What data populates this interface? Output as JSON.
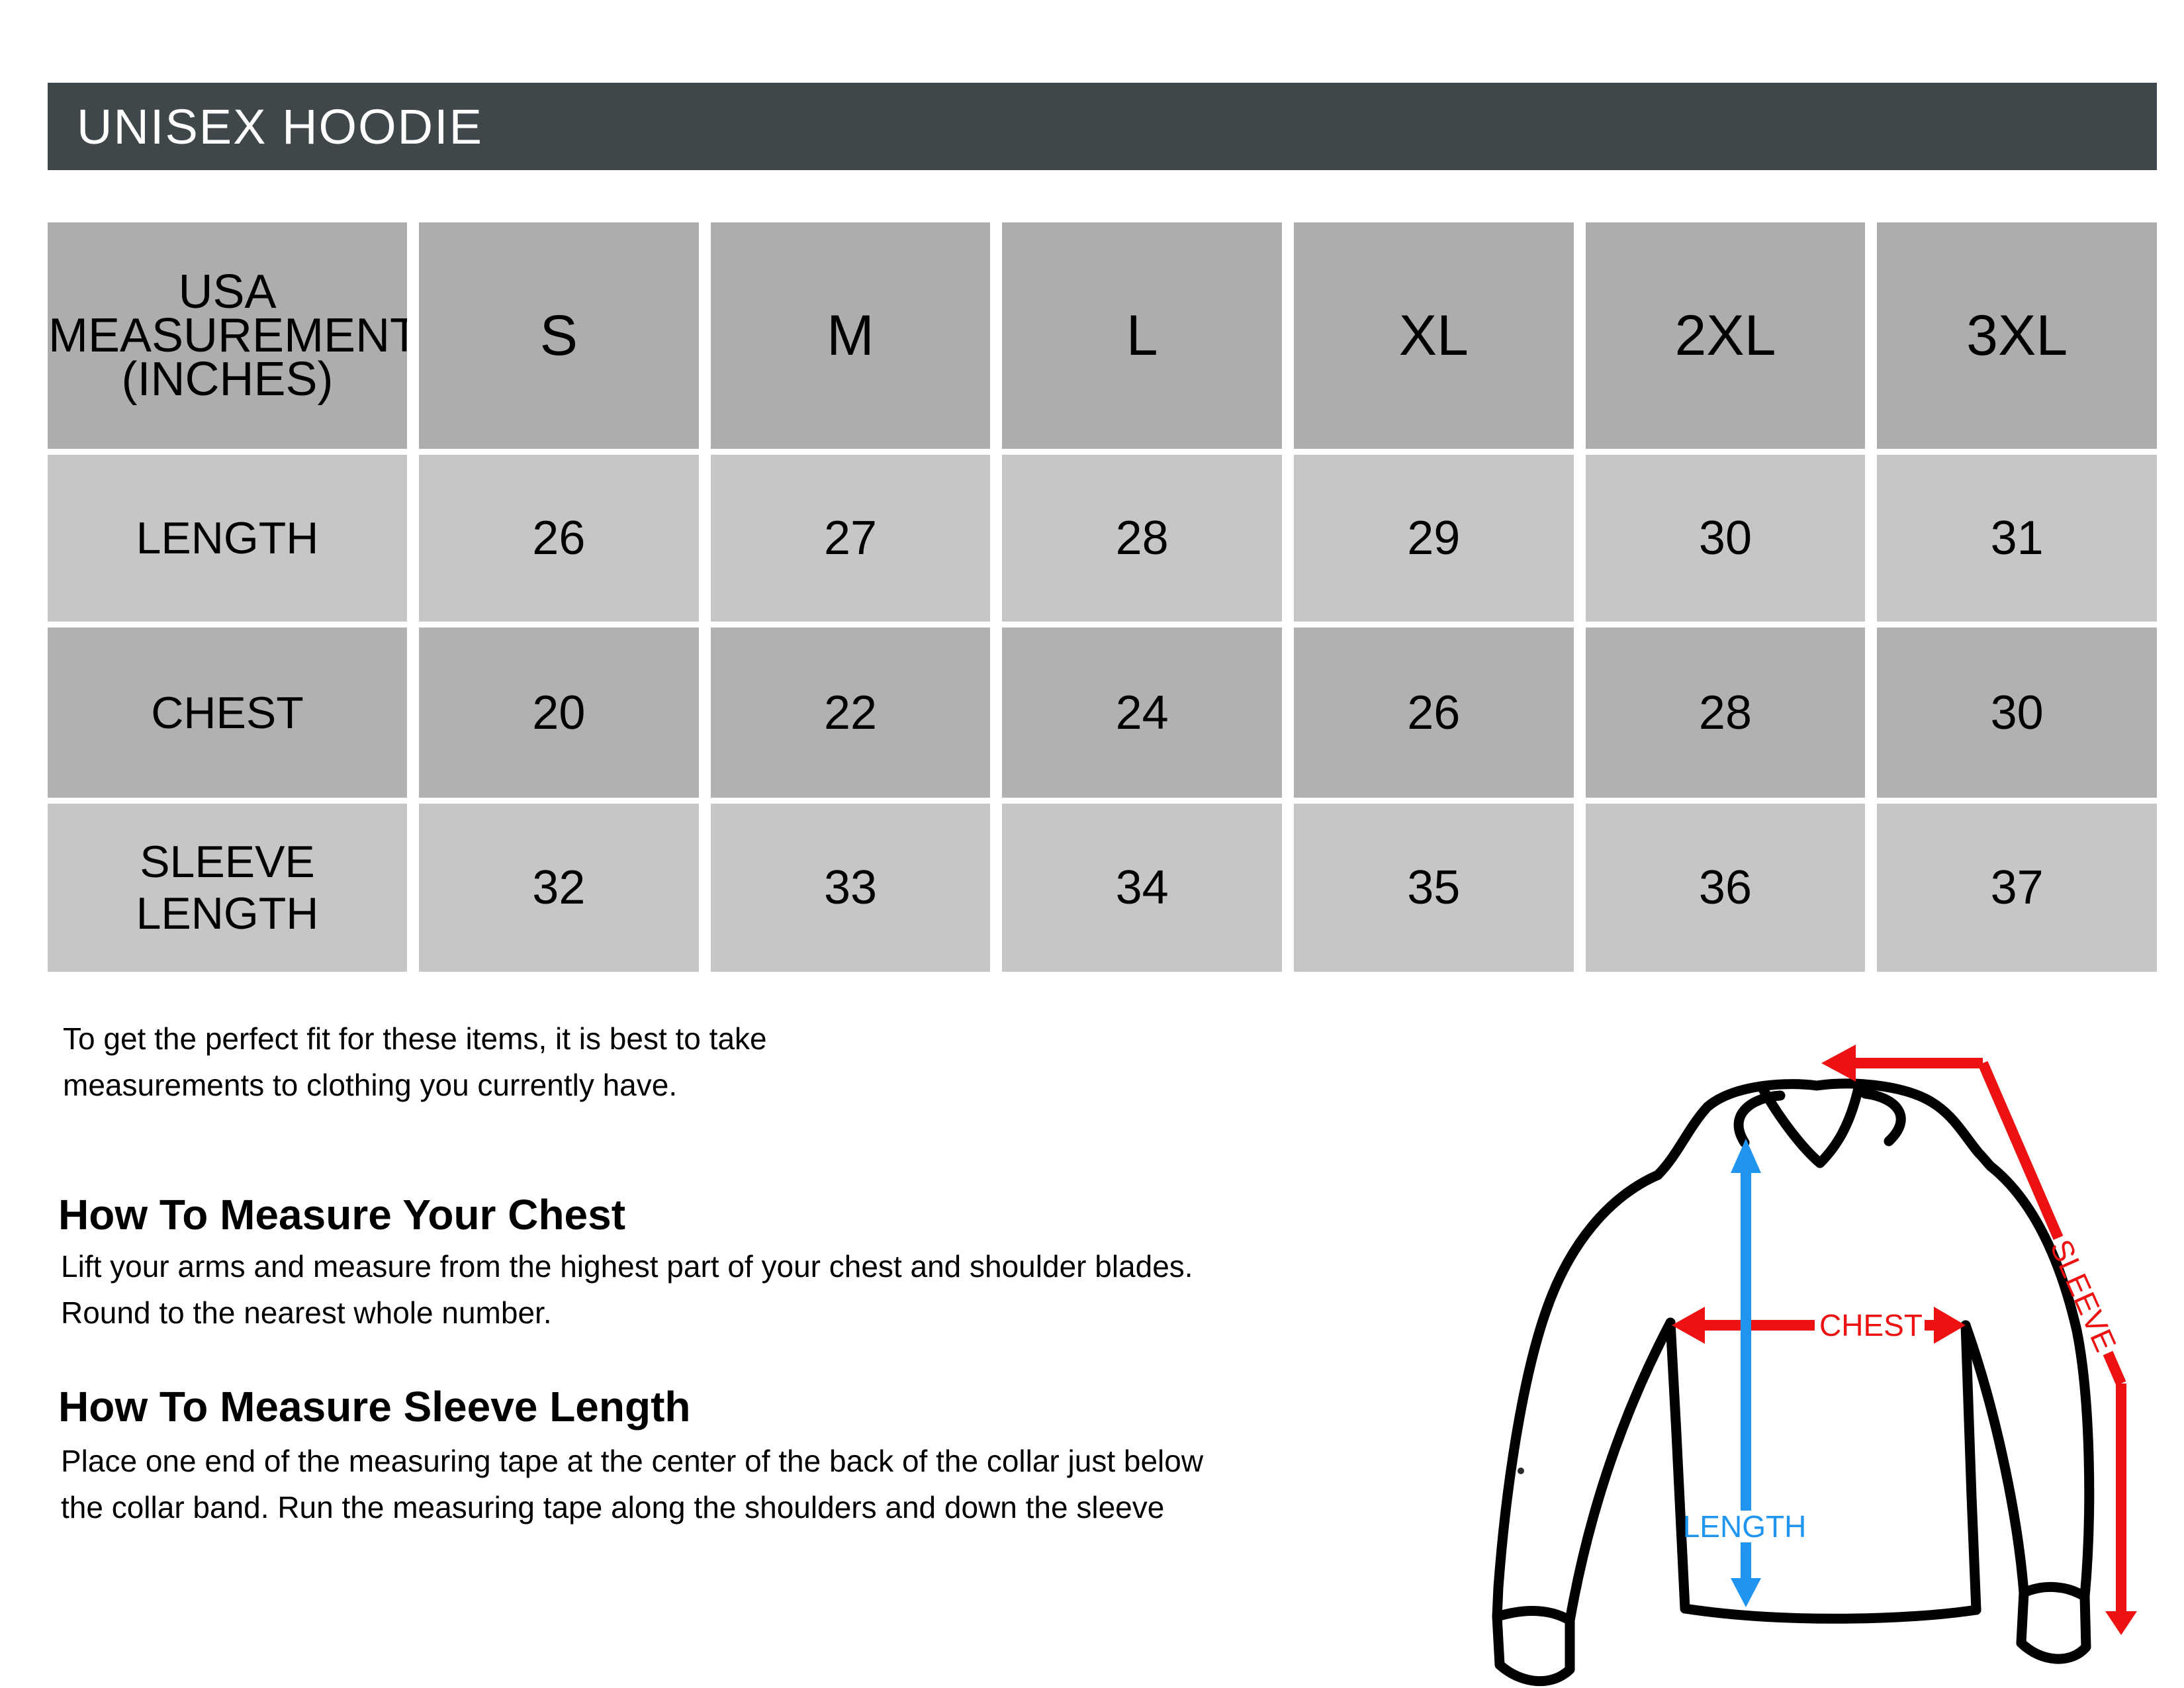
{
  "title": "UNISEX HOODIE",
  "table": {
    "corner_header_lines": [
      "USA",
      "MEASUREMENTS",
      "(INCHES)"
    ],
    "size_headers": [
      "S",
      "M",
      "L",
      "XL",
      "2XL",
      "3XL"
    ],
    "rows": [
      {
        "label": "LENGTH",
        "values": [
          "26",
          "27",
          "28",
          "29",
          "30",
          "31"
        ]
      },
      {
        "label": "CHEST",
        "values": [
          "20",
          "22",
          "24",
          "26",
          "28",
          "30"
        ]
      },
      {
        "label": "SLEEVE LENGTH",
        "values": [
          "32",
          "33",
          "34",
          "35",
          "36",
          "37"
        ]
      }
    ]
  },
  "intro_lines": [
    "To get the perfect fit for these items, it is best to take",
    "measurements to clothing you currently have."
  ],
  "sections": [
    {
      "heading": "How To Measure Your Chest",
      "lines": [
        "Lift your arms and measure from the highest part of your chest and shoulder blades.",
        "Round to the nearest whole number."
      ]
    },
    {
      "heading": "How To Measure Sleeve Length",
      "lines": [
        "Place one end of the measuring tape at the center of the back of the collar just below",
        "the collar band. Run the measuring tape along the shoulders and down the sleeve"
      ]
    }
  ],
  "diagram": {
    "sleeve_label": "SLEEVE",
    "chest_label": "CHEST",
    "length_label": "LENGTH"
  },
  "colors": {
    "page_bg": "#ffffff",
    "title_bar": "#40474a",
    "title_text": "#ffffff",
    "header_cell": "#adadad",
    "row_light": "#c6c6c6",
    "row_medium": "#b1b1b1",
    "text": "#000000",
    "outline": "#000000",
    "red": "#ee1111",
    "blue": "#2095ef"
  }
}
